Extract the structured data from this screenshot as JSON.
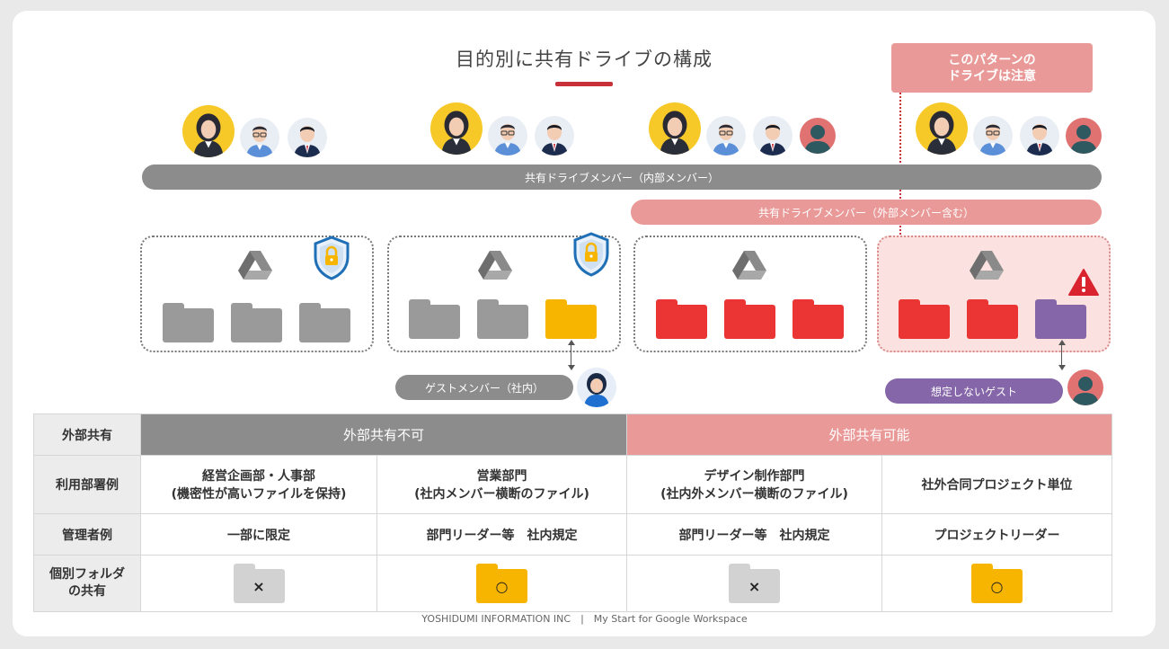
{
  "title": "目的別に共有ドライブの構成",
  "warning_box": {
    "line1": "このパターンの",
    "line2": "ドライブは注意"
  },
  "member_bars": {
    "internal": "共有ドライブメンバー（内部メンバー）",
    "external": "共有ドライブメンバー（外部メンバー含む）"
  },
  "guest_labels": {
    "internal_guest": "ゲストメンバー（社内）",
    "unexpected_guest": "想定しないゲスト"
  },
  "table": {
    "row_headers": [
      "外部共有",
      "利用部署例",
      "管理者例",
      "個別フォルダ\nの共有"
    ],
    "group_headers": {
      "not_allowed": "外部共有不可",
      "allowed": "外部共有可能"
    },
    "departments": [
      {
        "line1": "経営企画部・人事部",
        "line2": "(機密性が高いファイルを保持)"
      },
      {
        "line1": "営業部門",
        "line2": "(社内メンバー横断のファイル)"
      },
      {
        "line1": "デザイン制作部門",
        "line2": "(社内外メンバー横断のファイル)"
      },
      {
        "line1": "社外合同プロジェクト単位",
        "line2": ""
      }
    ],
    "admins": [
      "一部に限定",
      "部門リーダー等　社内規定",
      "部門リーダー等　社内規定",
      "プロジェクトリーダー"
    ],
    "folder_share_marks": [
      "×",
      "○",
      "×",
      "○"
    ]
  },
  "colors": {
    "internal_gray": "#8c8c8c",
    "external_pink": "#e99a98",
    "folder_red": "#ea3534",
    "folder_yellow": "#f7b500",
    "guest_purple": "#8566a8",
    "accent_red": "#c8303a"
  },
  "footer": "YOSHIDUMI INFORMATION INC　|　My Start for Google Workspace"
}
